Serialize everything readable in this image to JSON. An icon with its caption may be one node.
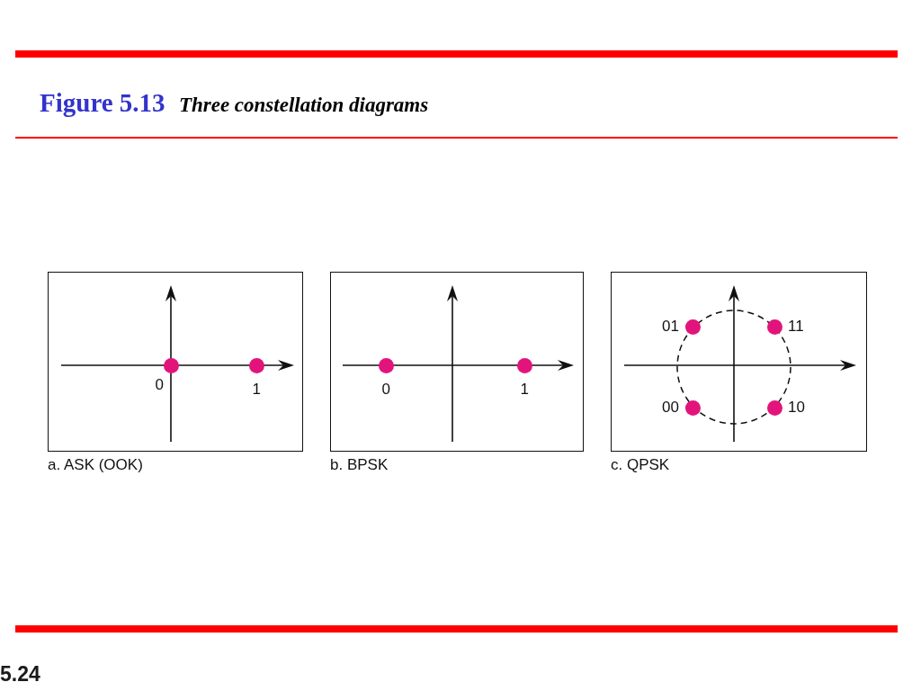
{
  "diagram": {
    "title": "Figure 5.13 *Three constellation diagrams*",
    "nodes": [
      {
        "text": [
          "a. ASK (OOK)"
        ]
      },
      {
        "text": [],
        "shape": "circle",
        "in": 0,
        "beside": [
          "0"
        ]
      },
      {
        "text": [],
        "shape": "circle",
        "in": 0,
        "beside": [
          "1"
        ]
      },
      {
        "text": [
          "b. BPSK"
        ]
      },
      {
        "text": [],
        "shape": "circle",
        "in": 3,
        "beside": [
          "0"
        ]
      },
      {
        "text": [],
        "shape": "circle",
        "in": 3,
        "beside": [
          "1"
        ]
      },
      {
        "text": [
          "c. QPSK"
        ]
      },
      {
        "text": [],
        "shape": "circle",
        "in": 6,
        "beside": [
          "01"
        ]
      },
      {
        "text": [],
        "shape": "circle",
        "in": 6,
        "beside": [
          "11"
        ]
      },
      {
        "text": [],
        "shape": "circle",
        "in": 6,
        "beside": [
          "00"
        ]
      },
      {
        "text": [],
        "shape": "circle",
        "in": 6,
        "beside": [
          "10"
        ]
      }
    ],
    "labels": [
      "5.24"
    ]
  }
}
